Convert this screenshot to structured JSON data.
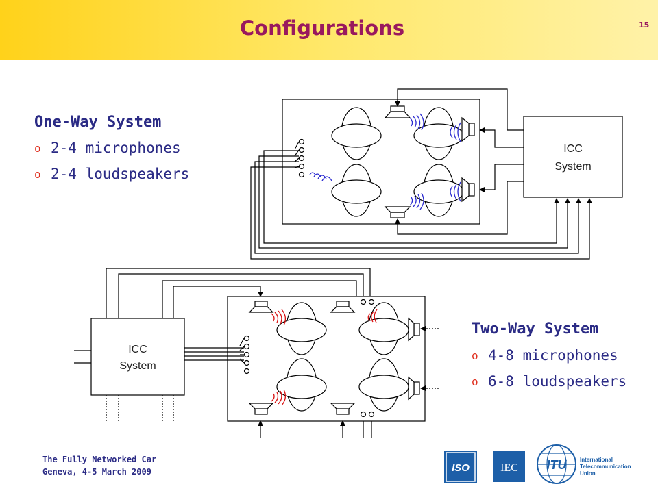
{
  "slide": {
    "title": "Configurations",
    "page_number": "15"
  },
  "one_way": {
    "heading": "One-Way System",
    "bullets": [
      "2-4 microphones",
      "2-4 loudspeakers"
    ],
    "icc_label_line1": "ICC",
    "icc_label_line2": "System"
  },
  "two_way": {
    "heading": "Two-Way System",
    "bullets": [
      "4-8 microphones",
      "6-8 loudspeakers"
    ],
    "icc_label_line1": "ICC",
    "icc_label_line2": "System"
  },
  "bullet_marker": "o",
  "footer": {
    "line1": "The Fully Networked Car",
    "line2": "Geneva, 4-5 March 2009"
  },
  "logos": {
    "iso": "ISO",
    "iec": "IEC",
    "itu_mark": "ITU",
    "itu_line1": "International",
    "itu_line2": "Telecommunication",
    "itu_line3": "Union"
  },
  "colors": {
    "title": "#99195e",
    "text": "#2b2b85",
    "bullet": "#e03020",
    "wave_blue": "#2a2ad0",
    "wave_red": "#d81010",
    "logo_blue": "#1d5fa8"
  },
  "icons": [
    "seat-icon",
    "loudspeaker-icon",
    "microphone-icon",
    "sound-wave-icon",
    "arrow-icon"
  ]
}
